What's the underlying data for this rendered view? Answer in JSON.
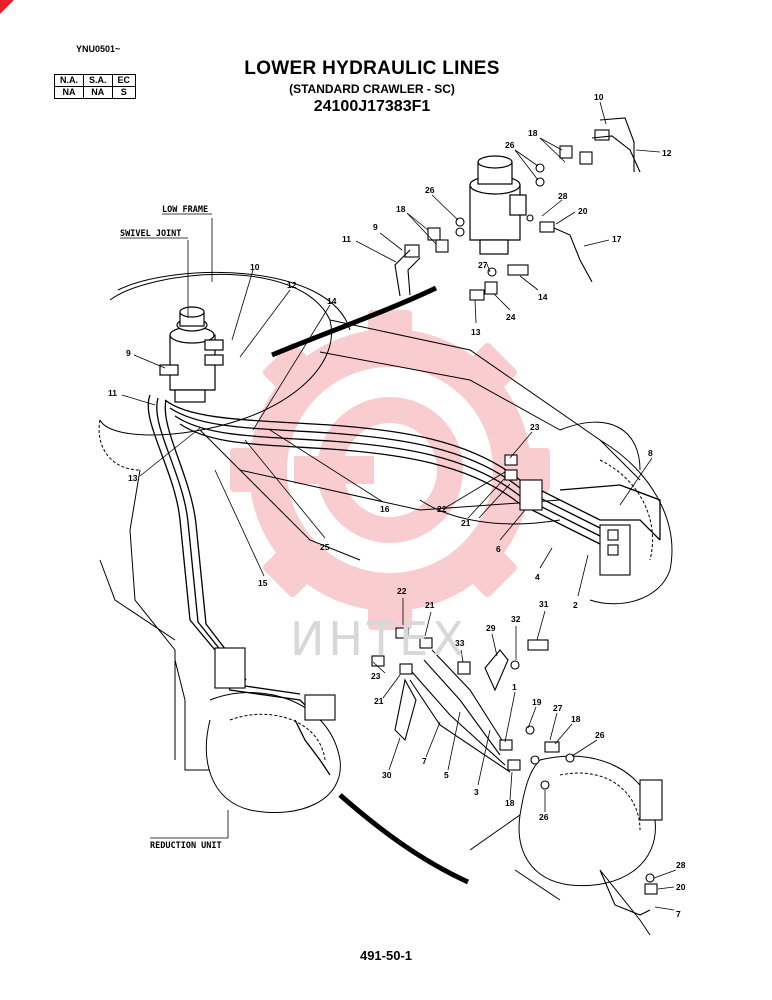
{
  "header": {
    "serial": "YNU0501~",
    "codes": {
      "headers": [
        "N.A.",
        "S.A.",
        "EC"
      ],
      "values": [
        "NA",
        "NA",
        "S"
      ]
    },
    "title": "LOWER HYDRAULIC LINES",
    "subtitle": "(STANDARD CRAWLER - SC)",
    "part_number": "24100J17383F1"
  },
  "watermark": "ИНТЕХ",
  "callouts": {
    "low_frame": "LOW FRAME",
    "swivel_joint": "SWIVEL JOINT",
    "reduction_unit": "REDUCTION UNIT"
  },
  "part_labels": {
    "p10a": "10",
    "p12a": "12",
    "p18a": "18",
    "p26a": "26",
    "p26b": "26",
    "p28a": "28",
    "p20a": "20",
    "p17": "17",
    "p18b": "18",
    "p9a": "9",
    "p11a": "11",
    "p27a": "27",
    "p14a": "14",
    "p24": "24",
    "p13a": "13",
    "p10b": "10",
    "p12b": "12",
    "p14b": "14",
    "p9b": "9",
    "p11b": "11",
    "p13b": "13",
    "p23a": "23",
    "p8": "8",
    "p22a": "22",
    "p21a": "21",
    "p16": "16",
    "p25": "25",
    "p15": "15",
    "p6": "6",
    "p4": "4",
    "p2": "2",
    "p22b": "22",
    "p21b": "21",
    "p33": "33",
    "p29": "29",
    "p32": "32",
    "p31": "31",
    "p23b": "23",
    "p21c": "21",
    "p1": "1",
    "p19": "19",
    "p27b": "27",
    "p18c": "18",
    "p26c": "26",
    "p30": "30",
    "p7a": "7",
    "p5": "5",
    "p3": "3",
    "p18d": "18",
    "p26d": "26",
    "p28b": "28",
    "p20b": "20",
    "p7b": "7"
  },
  "footer": {
    "page": "491-50-1"
  }
}
